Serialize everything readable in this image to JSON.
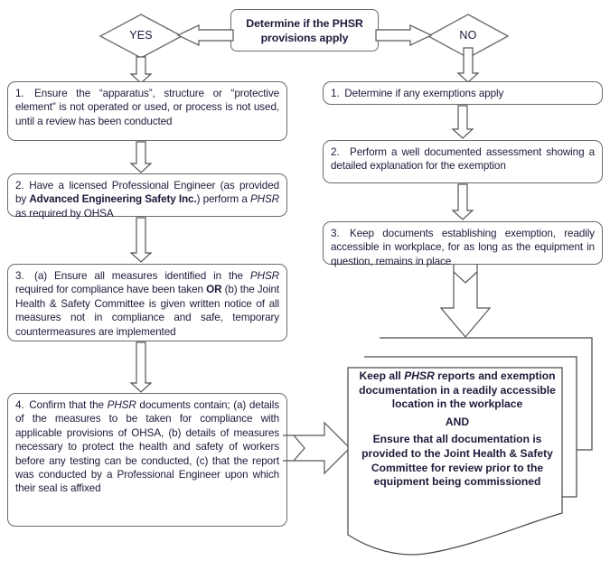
{
  "diagram": {
    "title_box": {
      "text": "Determine if the PHSR provisions apply"
    },
    "decisions": [
      {
        "name": "yes",
        "label": "YES"
      },
      {
        "name": "no",
        "label": "NO"
      }
    ],
    "yes_branch": [
      {
        "number": "1.",
        "text": "1.  Ensure the “apparatus”, structure or “protective element” is not operated or used, or process is not used, until a review has been conducted"
      },
      {
        "number": "2.",
        "pre": "2. Have a licensed Professional Engineer (as provided by ",
        "bold": "Advanced Engineering Safety Inc.",
        "mid": ") perform a ",
        "italic": "PHSR",
        "post": " as required by OHSA"
      },
      {
        "number": "3.",
        "seg_a": "3.  (a) Ensure all measures identified in the ",
        "italic": "PHSR",
        "seg_b": " required for compliance have been taken ",
        "bold": "OR",
        "seg_c": " (b) the Joint Health & Safety Committee is given written notice of all measures not in compliance and safe, temporary countermeasures are implemented"
      },
      {
        "number": "4.",
        "pre": "4. Confirm that the ",
        "italic": "PHSR",
        "post": " documents contain; (a) details of the measures to be taken for compliance with applicable provisions of OHSA, (b) details of measures necessary to protect the health and safety of workers before any testing can be conducted, (c) that the report was conducted by a Professional Engineer upon which their seal is affixed"
      }
    ],
    "no_branch": [
      {
        "number": "1.",
        "text": "1. Determine if any exemptions apply"
      },
      {
        "number": "2.",
        "text": "2.  Perform a well documented assessment showing a detailed explanation for the exemption"
      },
      {
        "number": "3.",
        "text": "3.  Keep documents establishing exemption, readily accessible in workplace, for as long as the equipment in question, remains in place"
      }
    ],
    "document_stack": {
      "line1_pre": "Keep all ",
      "line1_italic": "PHSR",
      "line1_post": " reports and exemption documentation in a readily accessible location in the workplace",
      "conjunction": "AND",
      "line2": "Ensure that all documentation is provided to the Joint Health & Safety Committee for review prior to the equipment being commissioned"
    },
    "colors": {
      "stroke": "#6b6b6b",
      "arrow_stroke": "#555555",
      "doc_stroke": "#4a4a4a",
      "text": "#1b1b3a",
      "background": "#ffffff"
    }
  }
}
